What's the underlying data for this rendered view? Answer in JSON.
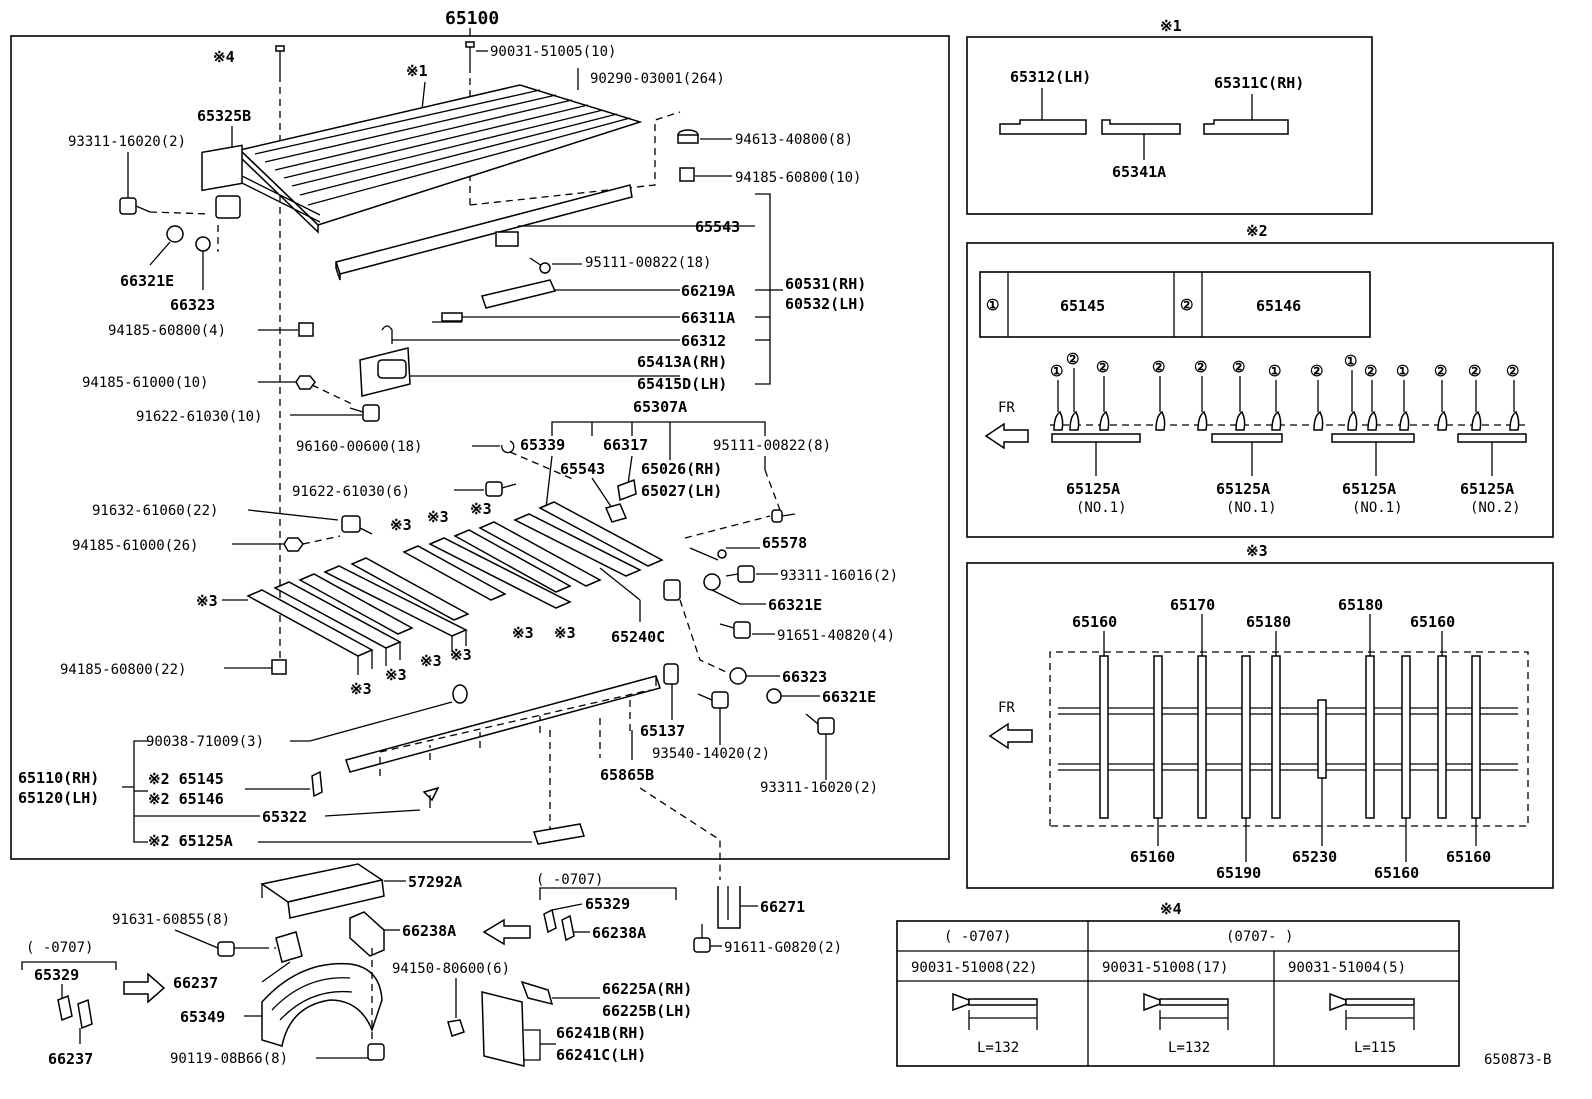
{
  "title": "65100",
  "ref": "650873-B",
  "main": {
    "top_labels": {
      "x4": "※4",
      "x1": "※1",
      "p65325B": "65325B",
      "p90031": "90031-51005(10)",
      "p90290": "90290-03001(264)",
      "p93311": "93311-16020(2)",
      "p94613": "94613-40800(8)",
      "p94185a": "94185-60800(10)",
      "p65543": "65543",
      "p95111": "95111-00822(18)",
      "p66321E": "66321E",
      "p66323": "66323",
      "p66219A": "66219A",
      "p60531": "60531(RH)",
      "p60532": "60532(LH)",
      "p66311A": "66311A",
      "p94185b": "94185-60800(4)",
      "p66312": "66312",
      "p65413A": "65413A(RH)",
      "p65415D": "65415D(LH)",
      "p94185c": "94185-61000(10)",
      "p91622a": "91622-61030(10)",
      "p65307A": "65307A",
      "p96160": "96160-00600(18)",
      "p65339": "65339",
      "p66317": "66317",
      "p95111b": "95111-00822(8)",
      "p65543b": "65543",
      "p65026": "65026(RH)",
      "p65027": "65027(LH)",
      "p91622b": "91622-61030(6)",
      "p91632": "91632-61060(22)",
      "p94185d": "94185-61000(26)",
      "p65578": "65578",
      "p93311b": "93311-16016(2)",
      "p66321Eb": "66321E",
      "p65240C": "65240C",
      "p91651": "91651-40820(4)",
      "p94185e": "94185-60800(22)",
      "p66323b": "66323",
      "p66321Ec": "66321E",
      "p65137": "65137",
      "p90038": "90038-71009(3)",
      "p93540": "93540-14020(2)",
      "p65110": "65110(RH)",
      "p65120": "65120(LH)",
      "p65145": "※2 65145",
      "p65146": "※2 65146",
      "p65865B": "65865B",
      "p93311c": "93311-16020(2)",
      "p65322": "65322",
      "p65125A": "※2 65125A",
      "x3": "※3"
    }
  },
  "bottom_labels": {
    "p57292A": "57292A",
    "range_a": "(    -0707)",
    "p65329": "65329",
    "p66238A": "66238A",
    "p66238Ab": "66238A",
    "p66271": "66271",
    "p91631": "91631-60855(8)",
    "p91611": "91611-G0820(2)",
    "range_b": "(    -0707)",
    "p65329b": "65329",
    "p66237": "66237",
    "p66237b": "66237",
    "p94150": "94150-80600(6)",
    "p66225A": "66225A(RH)",
    "p66225B": "66225B(LH)",
    "p65349": "65349",
    "p66241B": "66241B(RH)",
    "p66241C": "66241C(LH)",
    "p90119": "90119-08B66(8)"
  },
  "panel1": {
    "title": "※1",
    "lh": "65312(LH)",
    "rh": "65311C(RH)",
    "mid": "65341A"
  },
  "panel2": {
    "title": "※2",
    "c1": "①",
    "v1": "65145",
    "c2": "②",
    "v2": "65146",
    "fr": "FR",
    "marks": [
      "①",
      "②",
      "②",
      "②",
      "②",
      "②",
      "①",
      "②",
      "①",
      "②",
      "①",
      "②",
      "②",
      "②"
    ],
    "groups": [
      {
        "part": "65125A",
        "no": "(NO.1)"
      },
      {
        "part": "65125A",
        "no": "(NO.1)"
      },
      {
        "part": "65125A",
        "no": "(NO.1)"
      },
      {
        "part": "65125A",
        "no": "(NO.2)"
      }
    ]
  },
  "panel3": {
    "title": "※3",
    "fr": "FR",
    "top": [
      "65160",
      "65170",
      "65180",
      "65180",
      "65160"
    ],
    "bottom": [
      "65160",
      "65190",
      "65230",
      "65160",
      "65160"
    ]
  },
  "panel4": {
    "title": "※4",
    "h1": "(    -0707)",
    "h2": "(0707-    )",
    "cols": [
      {
        "part": "90031-51008(22)",
        "len": "L=132"
      },
      {
        "part": "90031-51008(17)",
        "len": "L=132"
      },
      {
        "part": "90031-51004(5)",
        "len": "L=115"
      }
    ]
  }
}
